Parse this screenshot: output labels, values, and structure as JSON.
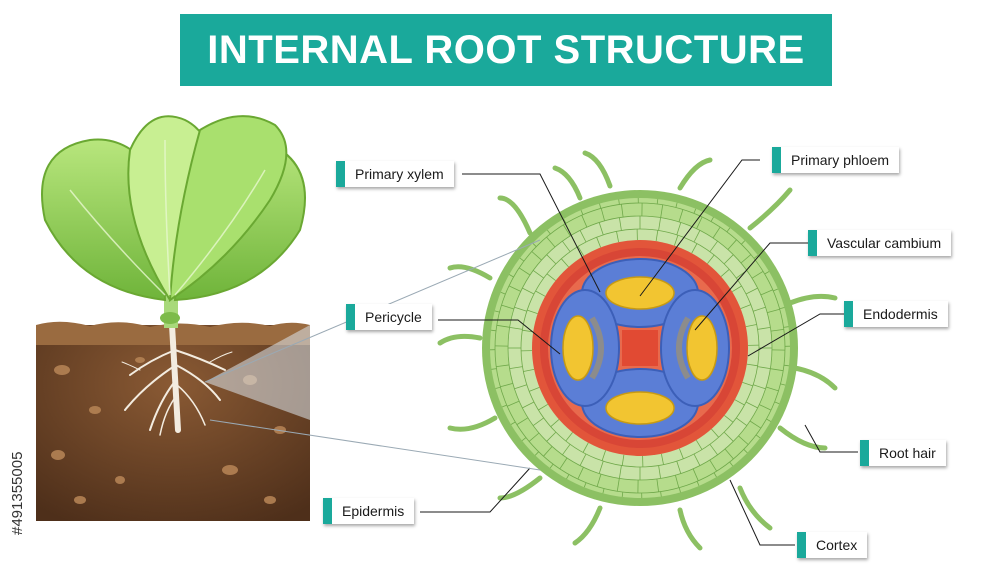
{
  "title": "INTERNAL ROOT STRUCTURE",
  "labels": {
    "primary_xylem": "Primary xylem",
    "primary_phloem": "Primary phloem",
    "vascular_cambium": "Vascular cambium",
    "pericycle": "Pericycle",
    "endodermis": "Endodermis",
    "root_hair": "Root hair",
    "epidermis": "Epidermis",
    "cortex": "Cortex"
  },
  "stock_id": "#491355005",
  "colors": {
    "accent": "#1aa99b",
    "epidermis": "#8cc063",
    "cortex": "#c9e3a8",
    "endodermis_ring": "#e2553a",
    "xylem_blue": "#5b7ed6",
    "phloem_yellow": "#f2c531",
    "soil": "#6b4428",
    "leaf": "#8fd14f"
  }
}
